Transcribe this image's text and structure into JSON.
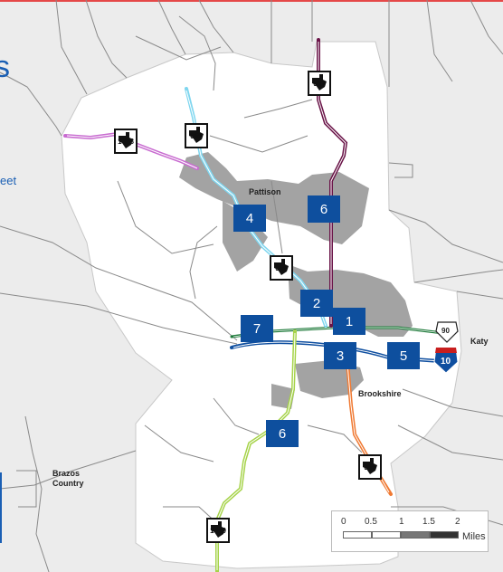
{
  "header": {
    "big_fragment": "s",
    "small_fragment": "eet"
  },
  "places": {
    "pattison": "Pattison",
    "katy": "Katy",
    "brookshire": "Brookshire",
    "brazos_country": "Brazos\nCountry"
  },
  "segments": [
    "1",
    "2",
    "3",
    "4",
    "5",
    "6",
    "6",
    "7"
  ],
  "shields": {
    "fm1458": "1458",
    "fm359_north": "359",
    "fm362": "362",
    "fm359_mid": "359",
    "fm359_south": "359",
    "fm1489": "1489",
    "us90": "90",
    "i10": "10"
  },
  "scale": {
    "ticks": [
      "0",
      "0.5",
      "1",
      "1.5",
      "2"
    ],
    "unit": "Miles"
  },
  "colors": {
    "background": "#ececec",
    "service_area": "#ffffff",
    "urban": "#a3a3a3",
    "road": "#8a8a8a",
    "segment_badge": "#0e4f9e",
    "fm1458": "#c86bd0",
    "fm359_north": "#7fd6ef",
    "fm362": "#6a1448",
    "fm359_south": "#f07a33",
    "fm1489": "#a6d34a",
    "i10": "#0f4fa0",
    "us90": "#1e7a3a"
  }
}
